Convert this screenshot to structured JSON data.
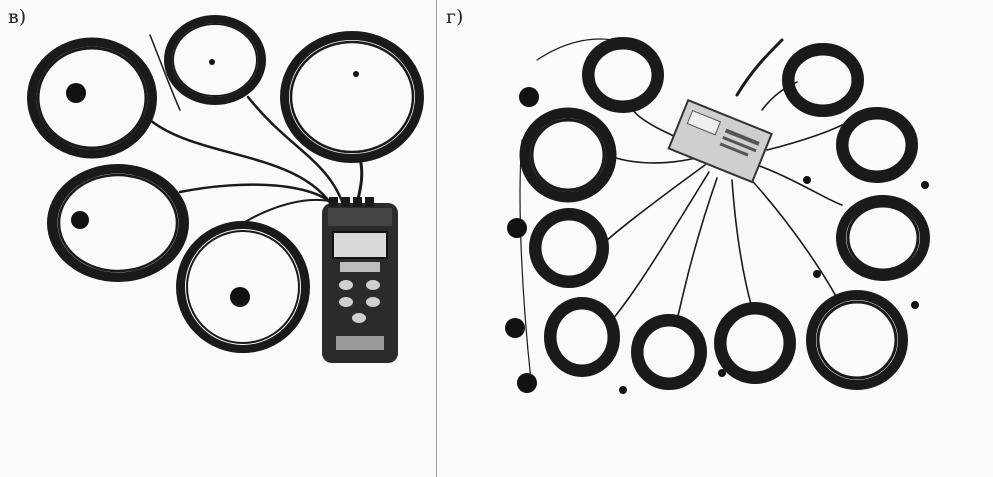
{
  "panels": [
    {
      "label": "в)",
      "subject": "handheld-meter-with-five-sensor-cables"
    },
    {
      "label": "г)",
      "subject": "junction-box-with-sensor-cables"
    }
  ],
  "colors": {
    "background": "#fafafa",
    "cable": "#1a1a1a",
    "sensor": "#111111",
    "device_body": "#2b2b2b",
    "device_screen": "#d9d9d9",
    "junction_box": "#cfcfcf"
  }
}
